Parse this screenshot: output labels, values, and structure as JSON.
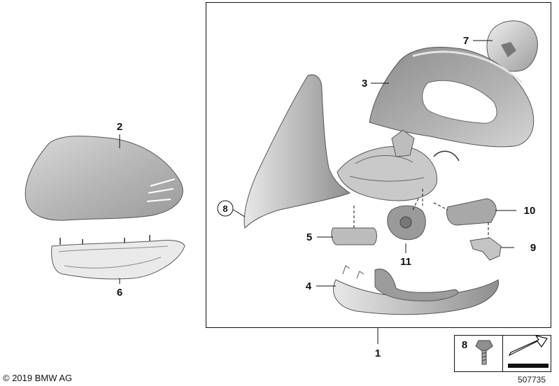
{
  "diagram": {
    "callouts": {
      "c1": "1",
      "c2": "2",
      "c3": "3",
      "c4": "4",
      "c5": "5",
      "c6": "6",
      "c7": "7",
      "c8": "8",
      "c9": "9",
      "c10": "10",
      "c11": "11"
    },
    "legend": {
      "part_number": "8"
    },
    "copyright": "© 2019 BMW AG",
    "diagram_id": "507735"
  }
}
